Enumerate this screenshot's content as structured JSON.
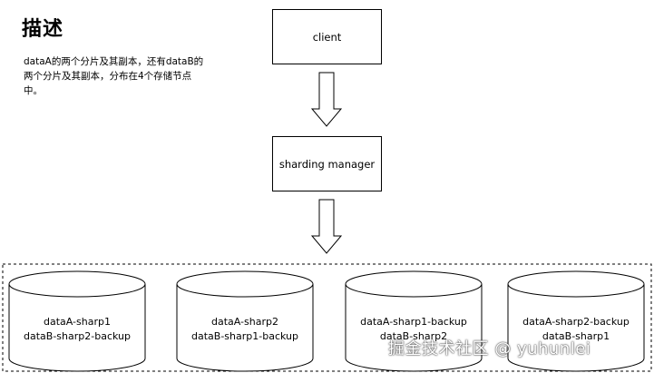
{
  "heading": "描述",
  "description": "dataA的两个分片及其副本，还有dataB的两个分片及其副本，分布在4个存储节点中。",
  "nodes": {
    "client": "client",
    "manager": "sharding manager"
  },
  "storage": [
    {
      "line1": "dataA-sharp1",
      "line2": "dataB-sharp2-backup"
    },
    {
      "line1": "dataA-sharp2",
      "line2": "dataB-sharp1-backup"
    },
    {
      "line1": "dataA-sharp1-backup",
      "line2": "dataB-sharp2"
    },
    {
      "line1": "dataA-sharp2-backup",
      "line2": "dataB-sharp1"
    }
  ],
  "watermark": "掘金技术社区 @ yuhunlei"
}
